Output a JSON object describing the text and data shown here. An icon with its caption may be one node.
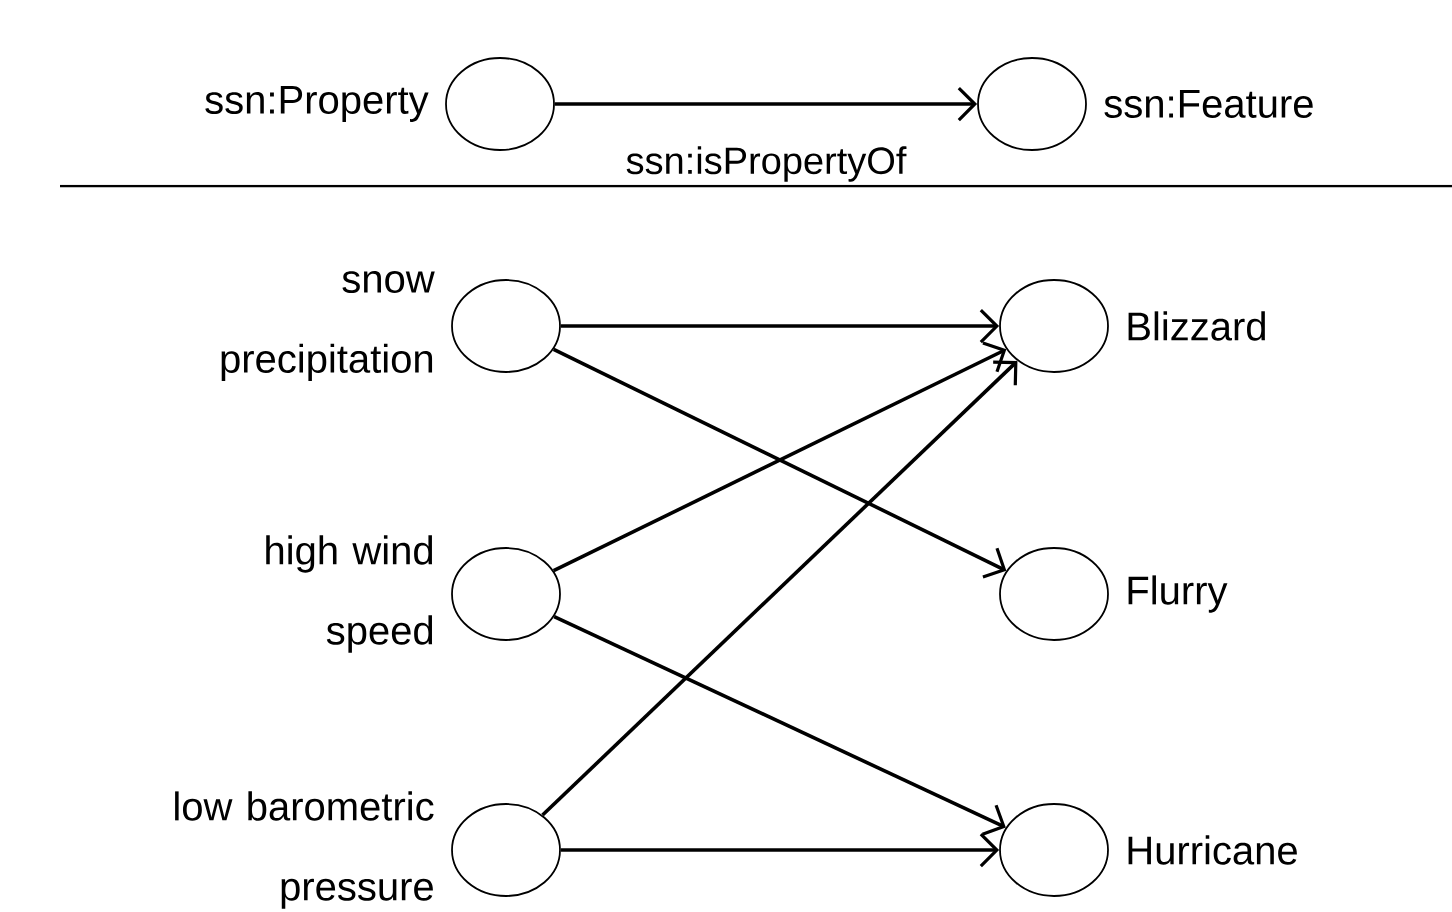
{
  "diagram": {
    "nodes": [
      {
        "text": [],
        "shape": "circle",
        "beside": [
          "ssn:Property"
        ]
      },
      {
        "text": [],
        "shape": "circle",
        "beside": [
          "ssn:Feature"
        ]
      },
      {
        "text": [],
        "shape": "circle",
        "beside": [
          "snow precipitation"
        ]
      },
      {
        "text": [],
        "shape": "circle",
        "beside": [
          "Blizzard"
        ]
      },
      {
        "text": [],
        "shape": "circle",
        "beside": [
          "high wind speed"
        ]
      },
      {
        "text": [],
        "shape": "circle",
        "beside": [
          "Flurry"
        ]
      },
      {
        "text": [],
        "shape": "circle",
        "beside": [
          "low barometric pressure"
        ]
      },
      {
        "text": [],
        "shape": "circle",
        "beside": [
          "Hurricane"
        ]
      }
    ],
    "edges": [
      {
        "from": 0,
        "to": 1,
        "arrow": "to",
        "label": "ssn:isPropertyOf"
      },
      {
        "from": 2,
        "to": 3,
        "arrow": "to"
      },
      {
        "from": 2,
        "to": 5,
        "arrow": "to"
      },
      {
        "from": 4,
        "to": 3,
        "arrow": "to"
      },
      {
        "from": 4,
        "to": 7,
        "arrow": "to"
      },
      {
        "from": 6,
        "to": 3,
        "arrow": "to"
      },
      {
        "from": 6,
        "to": 7,
        "arrow": "to"
      }
    ]
  }
}
